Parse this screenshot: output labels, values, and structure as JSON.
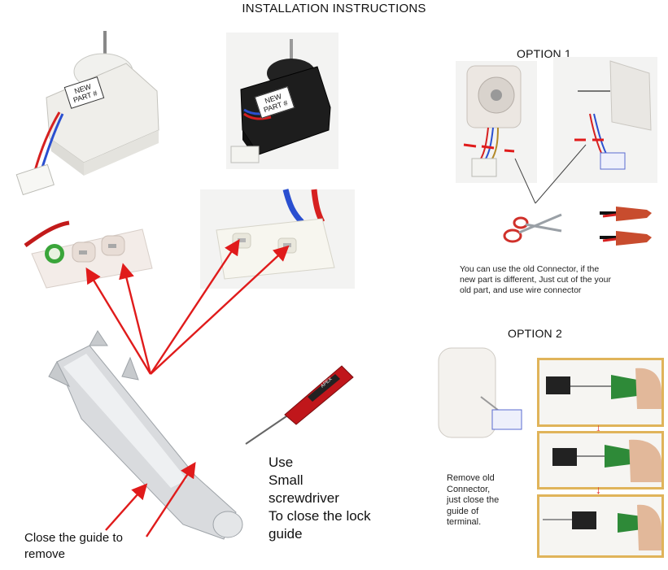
{
  "title": "INSTALLATION INSTRUCTIONS",
  "part_labels": {
    "white_motor": [
      "NEW",
      "PART #"
    ],
    "black_motor": [
      "NEW",
      "PART #"
    ]
  },
  "option1": {
    "title": "OPTION 1",
    "caption": [
      "You can use the old Connector, if the",
      "new part is different, Just cut of the your",
      "old part, and use wire connector"
    ]
  },
  "option2": {
    "title": "OPTION 2",
    "caption": [
      "Remove old",
      "Connector,",
      "just close the",
      "guide of",
      "terminal."
    ]
  },
  "screwdriver": {
    "brand": "APEX",
    "caption": [
      "Use",
      "Small",
      "screwdriver",
      "To close the lock",
      "guide"
    ]
  },
  "terminal_caption": [
    "Close the guide to",
    "remove"
  ],
  "colors": {
    "arrow": "#e01b1b",
    "cut_mark": "#e01b1b",
    "frame": "#e0b45a",
    "wire_red": "#d62020",
    "wire_blue": "#2a4fd0",
    "wire_nut": "#c84c2e"
  }
}
